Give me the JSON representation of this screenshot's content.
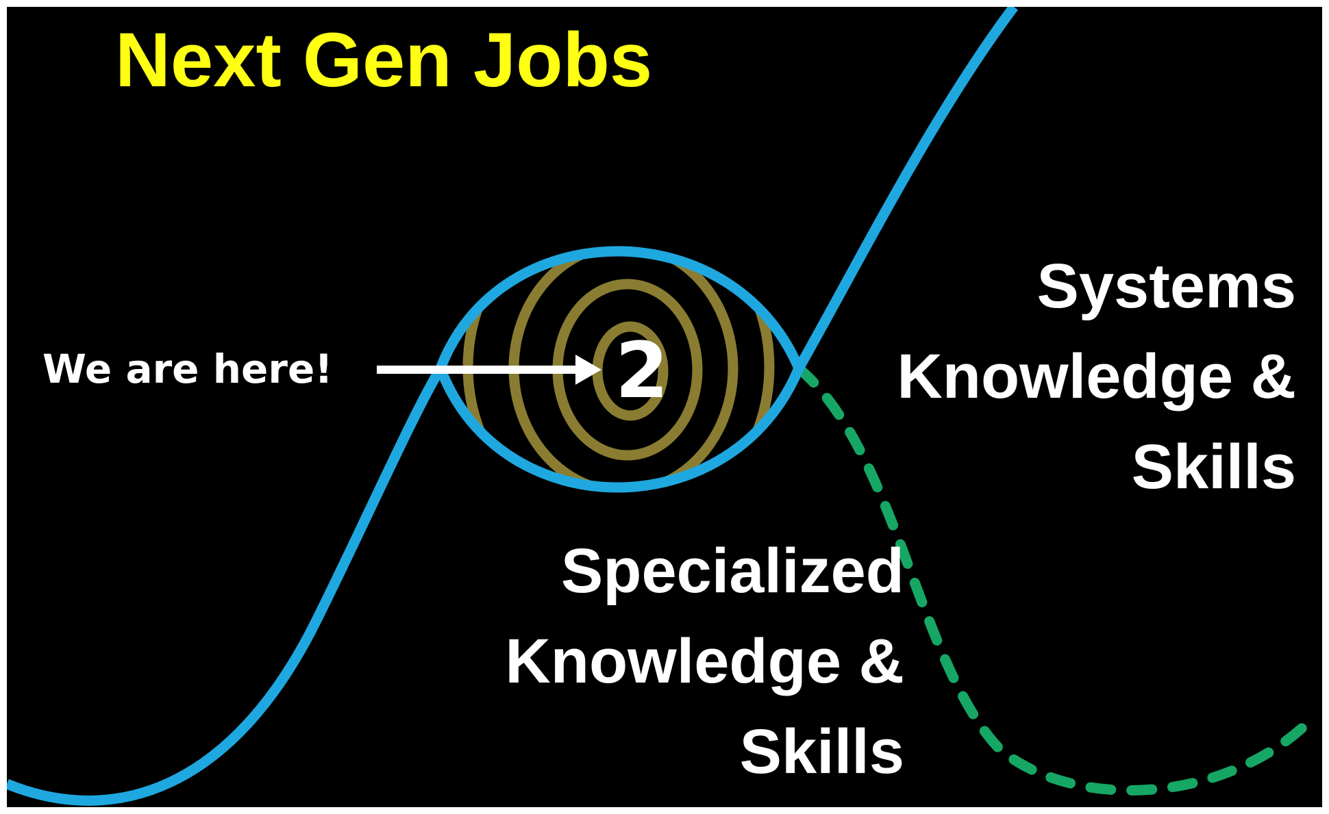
{
  "title": "Next Gen Jobs",
  "callout": {
    "text": "We are here!",
    "marker": "2"
  },
  "labels": {
    "systems": [
      "Systems",
      "Knowledge &",
      "Skills"
    ],
    "specialized": [
      "Specialized",
      "Knowledge &",
      "Skills"
    ]
  },
  "colors": {
    "background": "#000000",
    "title": "#ffff14",
    "text": "#ffffff",
    "main_curve": "#1fa8e0",
    "spiral": "#8a7d32",
    "declining_curve": "#16a765"
  }
}
